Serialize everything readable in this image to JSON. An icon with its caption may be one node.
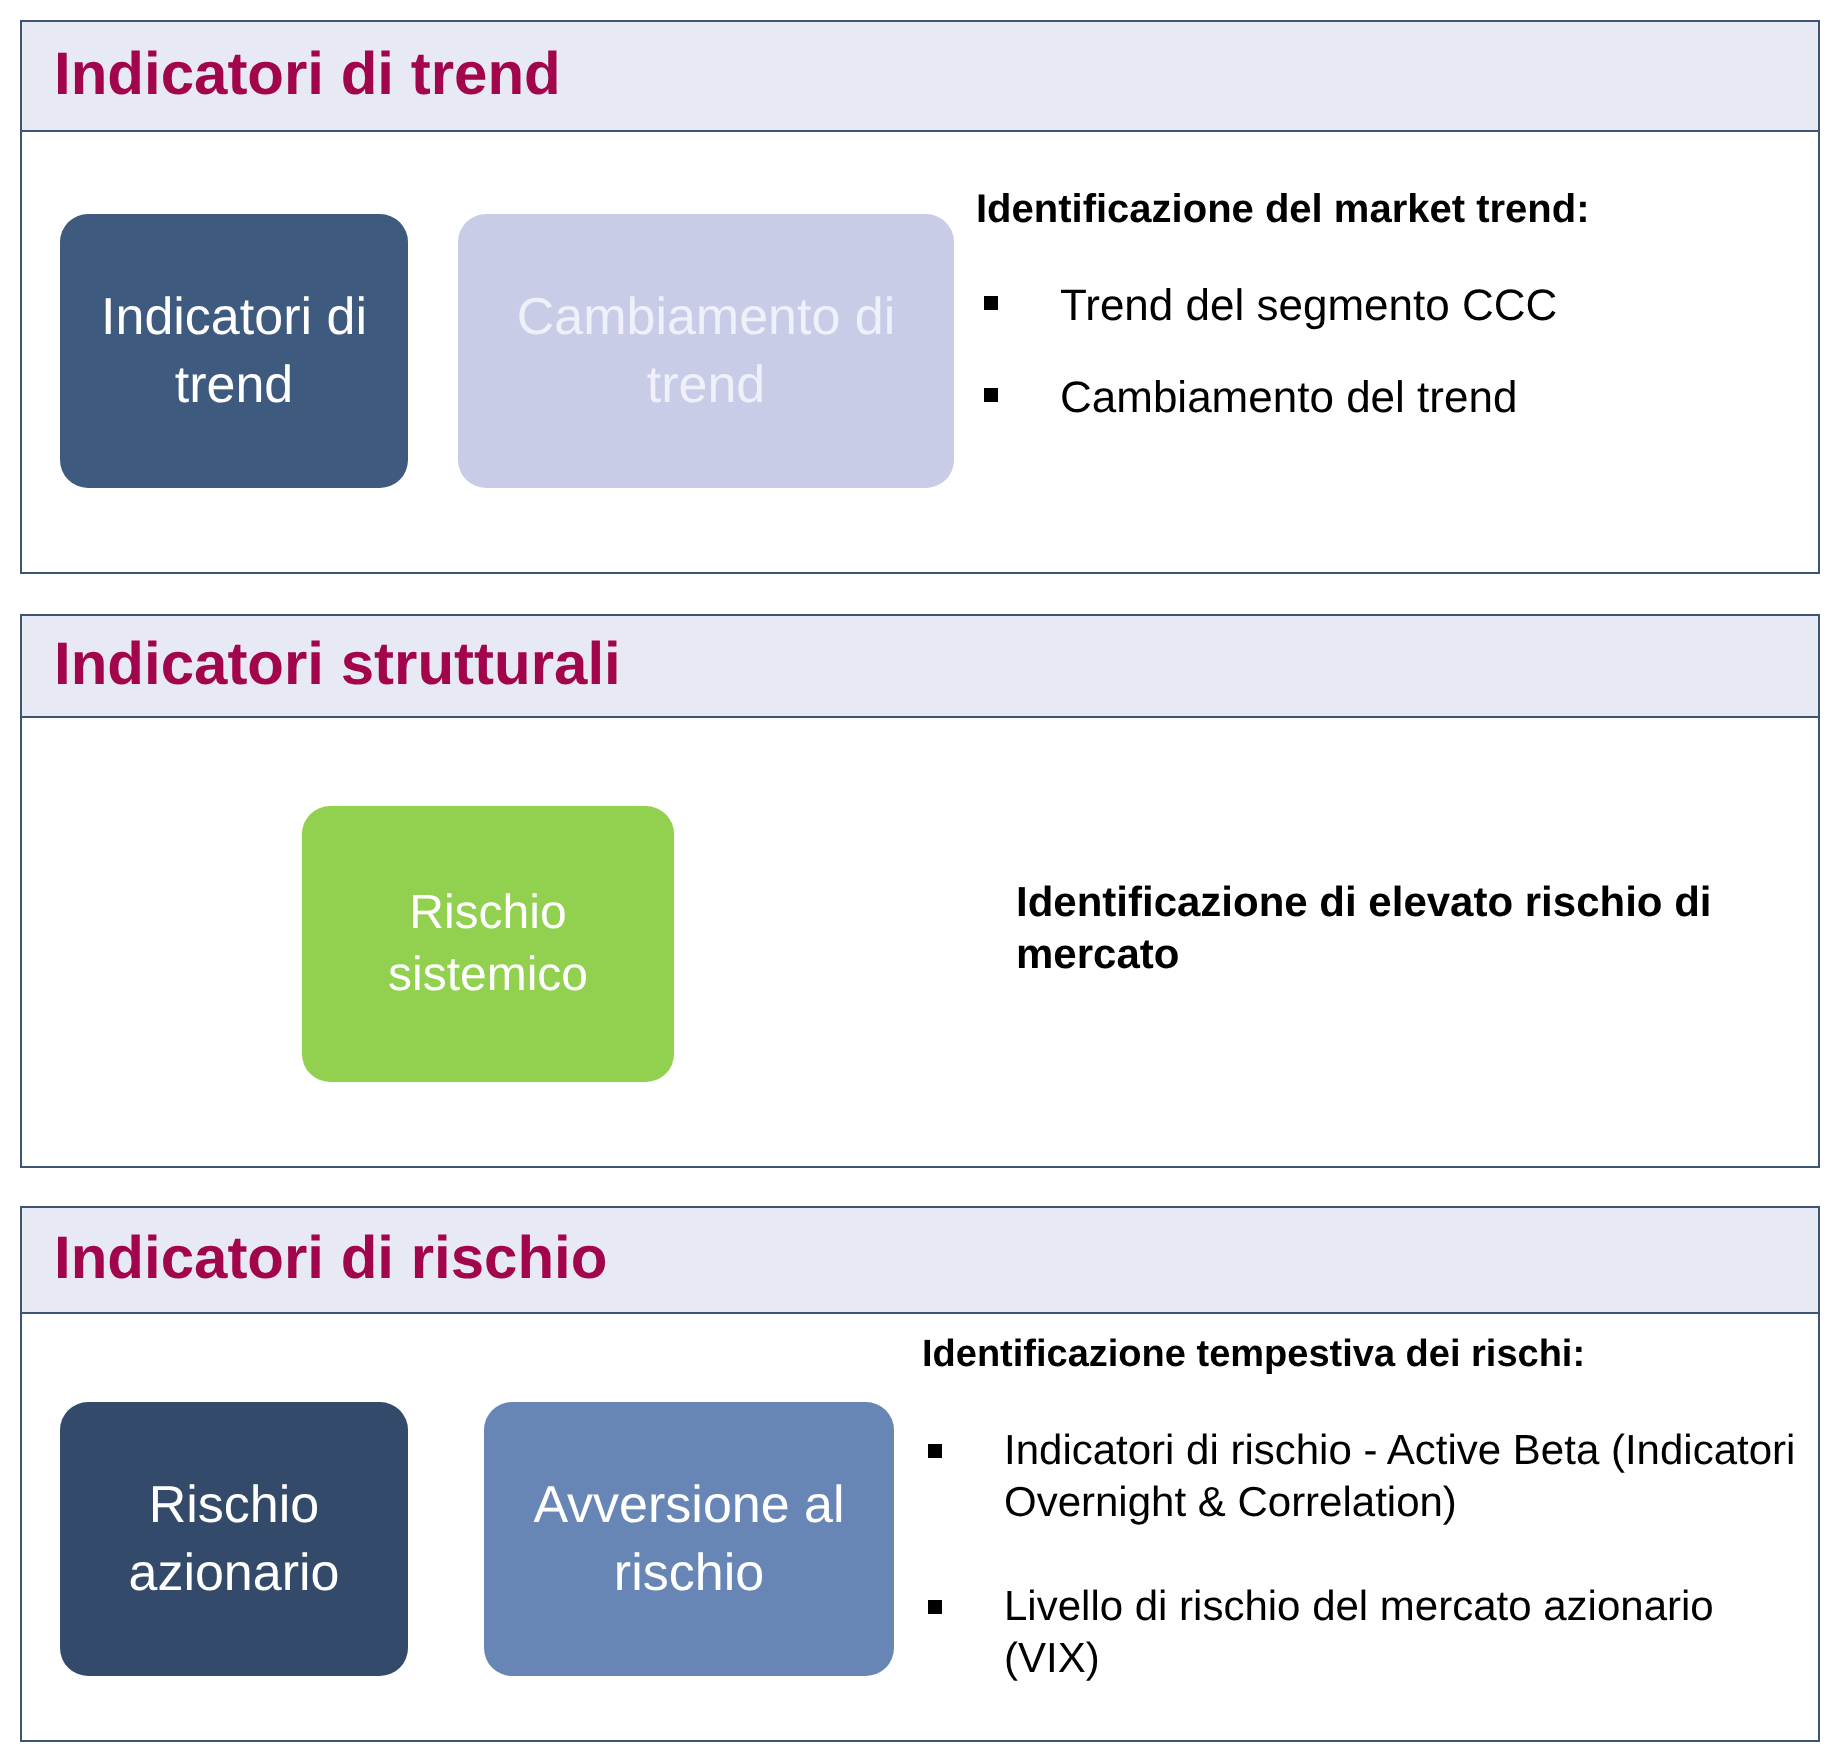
{
  "diagram": {
    "nodes": [
      {
        "text": [
          "Indicatori di trend"
        ]
      },
      {
        "text": [
          "Indicatori di trend"
        ],
        "in": 0
      },
      {
        "text": [
          "Cambiamento di trend"
        ],
        "in": 0
      },
      {
        "text": [
          "Indicatori strutturali"
        ]
      },
      {
        "text": [
          "Rischio sistemico"
        ],
        "in": 3
      },
      {
        "text": [
          "Indicatori di rischio"
        ]
      },
      {
        "text": [
          "Rischio azionario"
        ],
        "in": 5
      },
      {
        "text": [
          "Avversione al rischio"
        ],
        "in": 5
      }
    ],
    "labels": [
      "Identificazione del market trend:",
      "Trend del segmento CCC",
      "Cambiamento del trend",
      "Identificazione di elevato rischio di mercato",
      "Identificazione tempestiva dei rischi:",
      "Indicatori di rischio - Active Beta (Indicatori Overnight & Correlation)",
      "Livello di rischio del mercato azionario (VIX)"
    ]
  }
}
